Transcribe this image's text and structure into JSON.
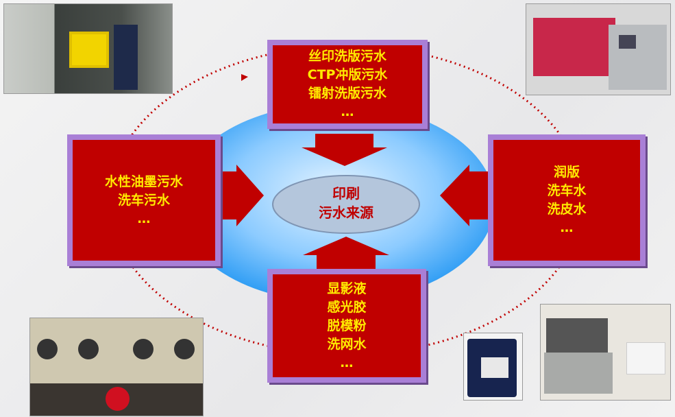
{
  "title": {
    "line1": "印刷",
    "line2": "污水来源"
  },
  "boxes": {
    "top": [
      "丝印洗版污水",
      "CTP冲版污水",
      "镭射洗版污水",
      "…"
    ],
    "left": [
      "水性油墨污水",
      "洗车污水",
      "…"
    ],
    "right": [
      "润版",
      "洗车水",
      "洗皮水",
      "…"
    ],
    "bottom": [
      "显影液",
      "感光胶",
      "脱模粉",
      "洗网水",
      "…"
    ]
  },
  "colors": {
    "box": "#c00000",
    "text": "#ffea00",
    "frame": "#a97fd6",
    "ellipse": "#39a6f5"
  }
}
